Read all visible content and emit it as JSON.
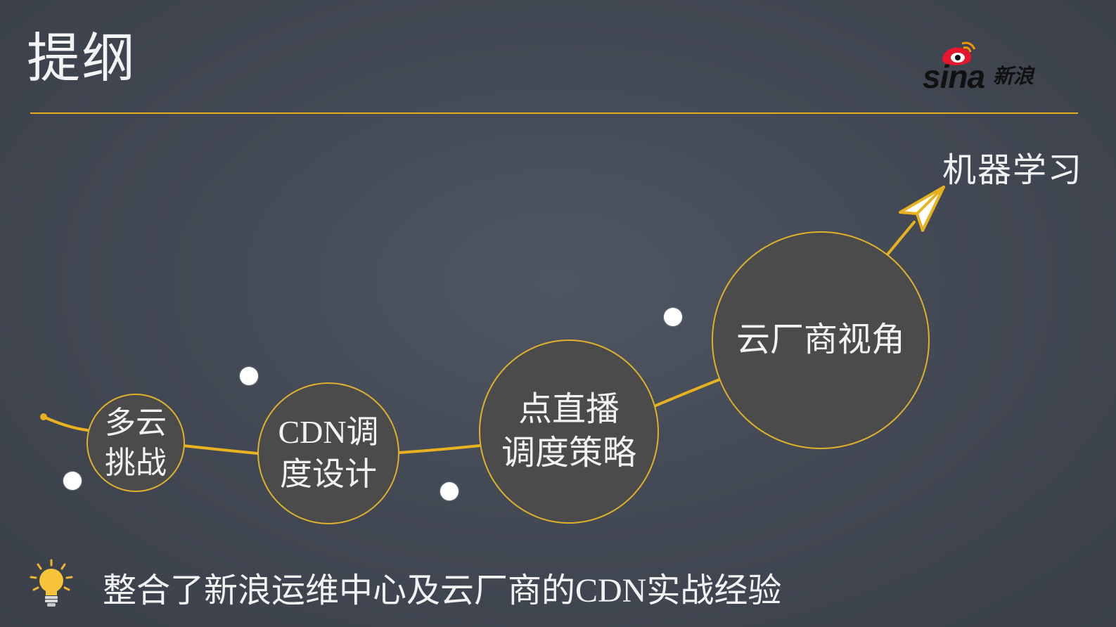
{
  "slide": {
    "title": "提纲",
    "summary": "整合了新浪运维中心及云厂商的CDN实战经验"
  },
  "logo": {
    "word": "sina",
    "cn": "新浪"
  },
  "roadmap": {
    "nodes": [
      {
        "line1": "多云",
        "line2": "挑战"
      },
      {
        "line1": "CDN调",
        "line2": "度设计"
      },
      {
        "line1": "点直播",
        "line2": "调度策略"
      },
      {
        "line1": "云厂商视角",
        "line2": ""
      }
    ],
    "destination": "机器学习"
  },
  "colors": {
    "accent": "#e2ae1c",
    "background": "#454b56",
    "node_fill": "#4b4b4b",
    "text": "#f2f2f2"
  },
  "icons": {
    "destination_marker": "paper-plane-icon",
    "summary_marker": "light-bulb-icon"
  }
}
